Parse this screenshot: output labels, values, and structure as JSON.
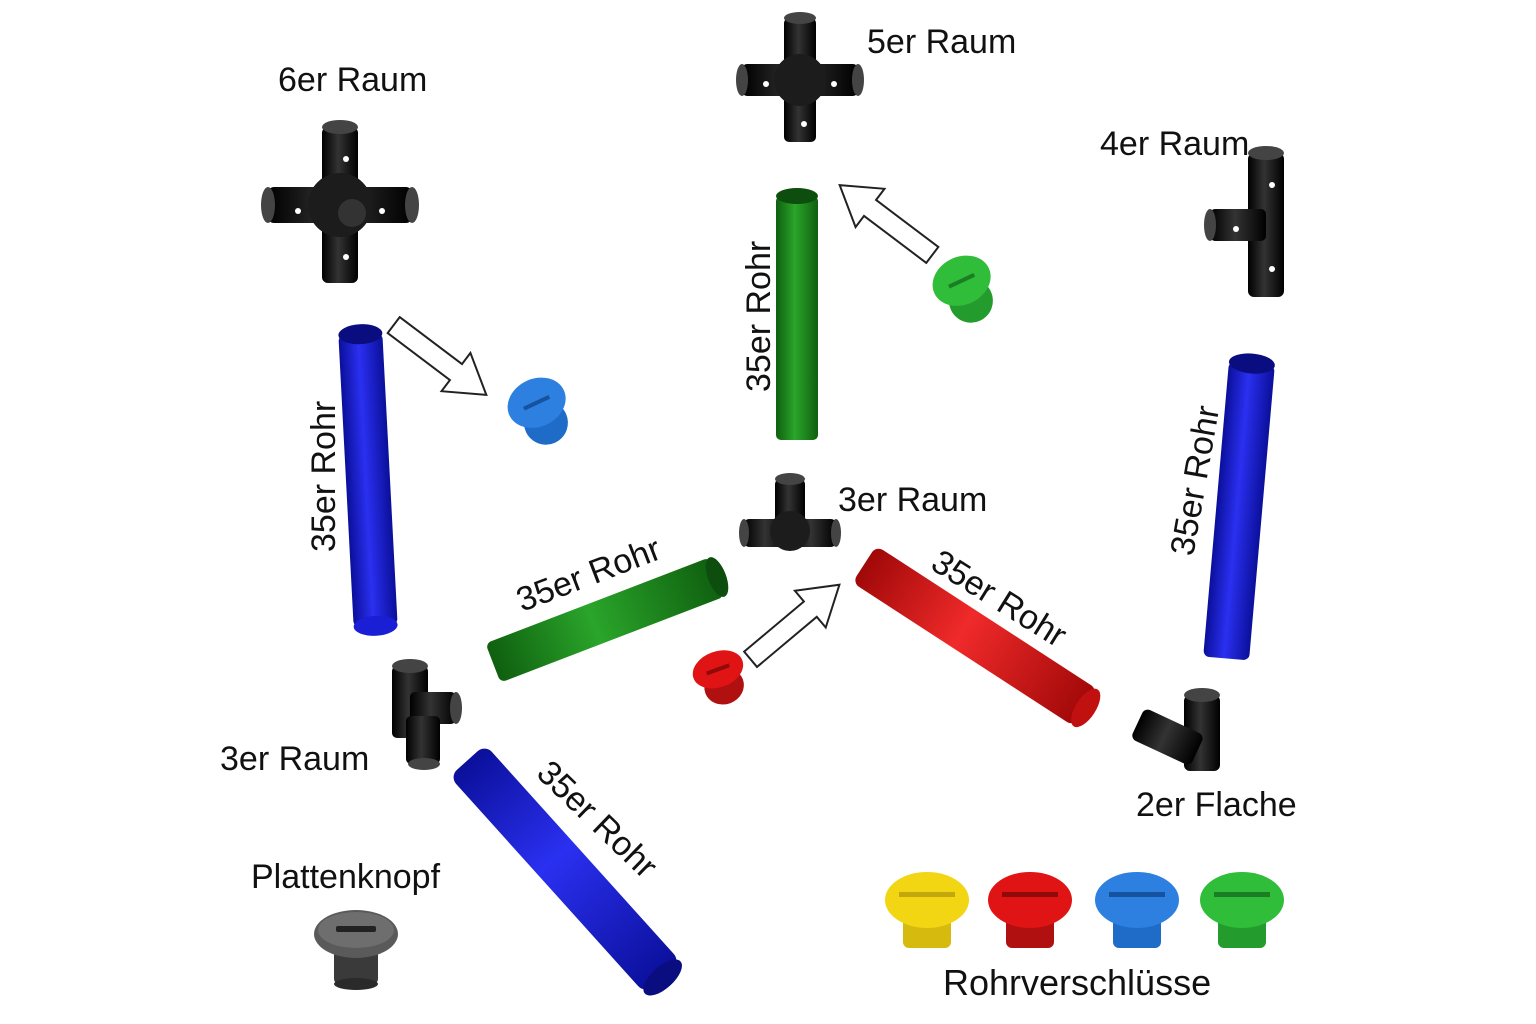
{
  "colors": {
    "blue": "#1a1fd6",
    "green": "#1f8a1f",
    "red": "#e01414",
    "yellow": "#f2d614",
    "cap_blue": "#2d7fe0",
    "cap_green": "#2fbd3a",
    "black": "#141414",
    "gray": "#5a5a5a"
  },
  "labels": {
    "six_room": "6er Raum",
    "five_room": "5er Raum",
    "four_room": "4er Raum",
    "three_room_center": "3er Raum",
    "three_room_left": "3er Raum",
    "two_flat": "2er Flache",
    "plate_knob": "Plattenknopf",
    "tube_caps": "Rohrverschlüsse"
  },
  "tubes": {
    "blue_left": "35er Rohr",
    "green_vertical": "35er Rohr",
    "green_horizontal": "35er Rohr",
    "red_diagonal": "35er Rohr",
    "blue_right": "35er Rohr",
    "blue_bottom": "35er Rohr"
  },
  "icons": {
    "connector": "pipe-connector-icon",
    "cap": "tube-cap-icon",
    "arrow": "insert-arrow-icon",
    "knob": "plate-knob-icon"
  }
}
